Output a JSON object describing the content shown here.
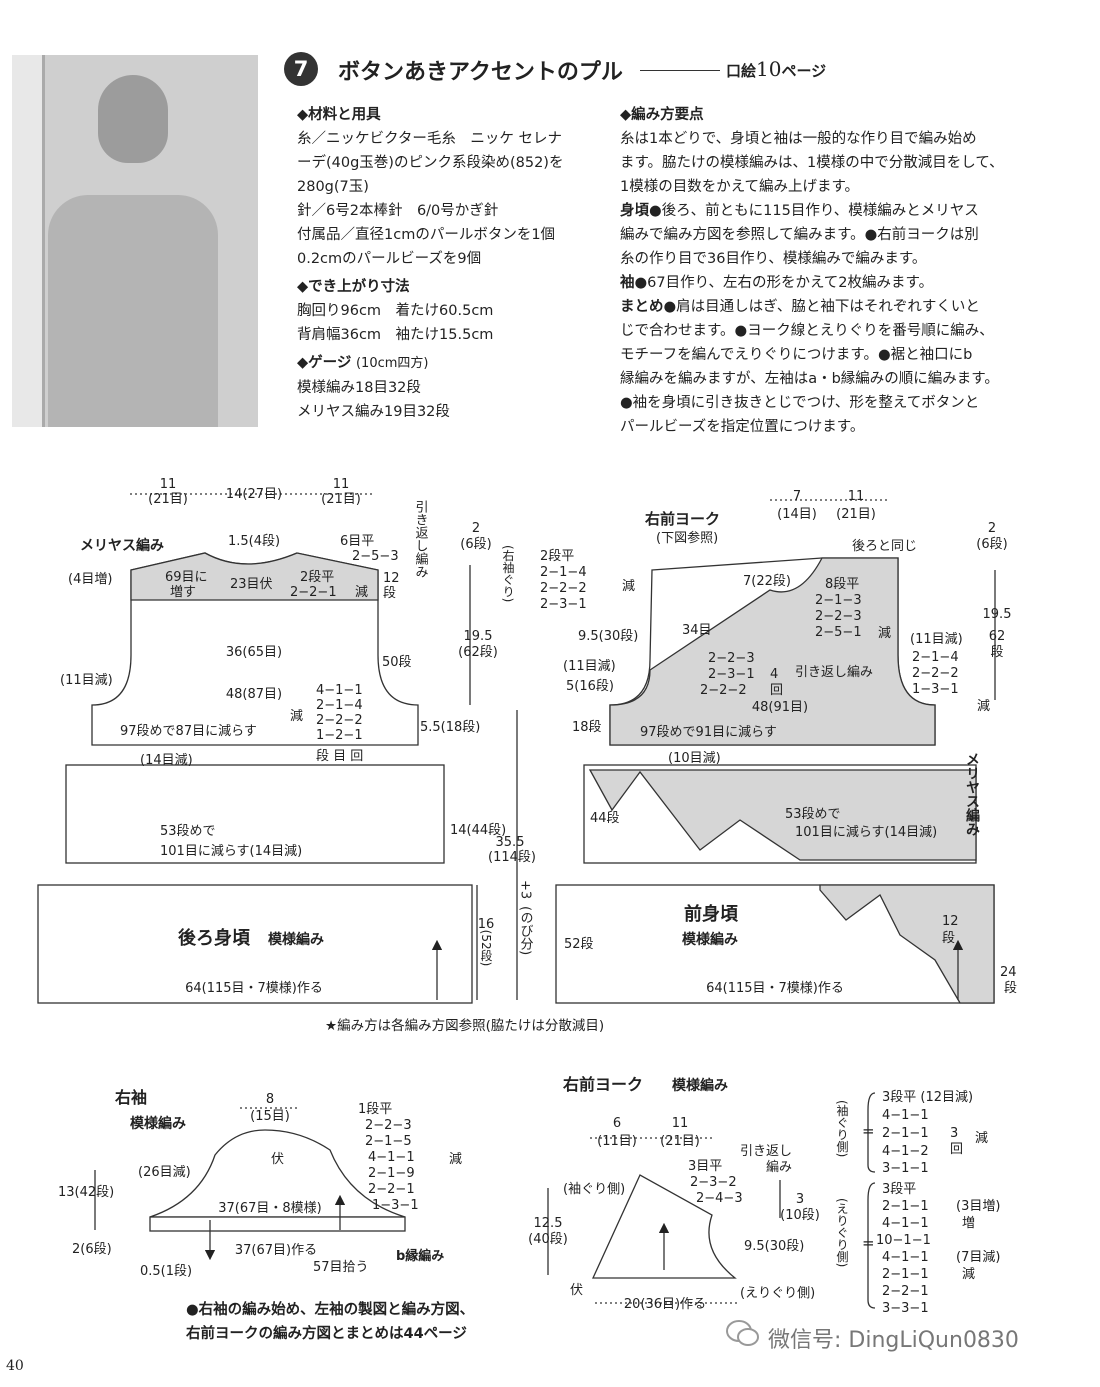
{
  "header": {
    "number": "7",
    "title": "ボタンあきアクセントのプル",
    "ref_prefix": "口絵",
    "ref_page": "10",
    "ref_suffix": "ページ"
  },
  "materials": {
    "heading": "◆材料と用具",
    "lines": [
      "糸／ニッケビクター毛糸　ニッケ セレナ",
      "ーデ(40g玉巻)のピンク系段染め(852)を",
      "280g(7玉)",
      "針／6号2本棒針　6/0号かぎ針",
      "付属品／直径1cmのパールボタンを1個",
      "0.2cmのパールビーズを9個"
    ]
  },
  "finished_size": {
    "heading": "◆でき上がり寸法",
    "lines": [
      "胸回り96cm　着たけ60.5cm",
      "背肩幅36cm　袖たけ15.5cm"
    ]
  },
  "gauge": {
    "heading": "◆ゲージ",
    "heading_note": "(10cm四方)",
    "lines": [
      "模様編み18目32段",
      "メリヤス編み19目32段"
    ]
  },
  "points": {
    "heading": "◆編み方要点",
    "intro": [
      "糸は1本どりで、身頃と袖は一般的な作り目で編み始め",
      "ます。脇たけの模様編みは、1模様の中で分散減目をして、",
      "1模様の目数をかえて編み上げます。"
    ],
    "body_label": "身頃",
    "body": [
      "●後ろ、前ともに115目作り、模様編みとメリヤス",
      "編みで編み方図を参照して編みます。●右前ヨークは別",
      "糸の作り目で36目作り、模様編みで編みます。"
    ],
    "sleeve_label": "袖",
    "sleeve": "●67目作り、左右の形をかえて2枚編みます。",
    "finish_label": "まとめ",
    "finish": [
      "●肩は目通しはぎ、脇と袖下はそれぞれすくいと",
      "じで合わせます。●ヨーク線とえりぐりを番号順に編み、",
      "モチーフを編んでえりぐりにつけます。●裾と袖口にb",
      "縁編みを編みますが、左袖はa・b縁編みの順に編みます。",
      "●袖を身頃に引き抜きとじでつけ、形を整えてボタンと",
      "パールビーズを指定位置につけます。"
    ]
  },
  "back": {
    "top_left": "11",
    "top_left_sts": "(21目)",
    "top_mid": "14(27目)",
    "top_right": "11",
    "top_right_sts": "(21目)",
    "label_meriyasu": "メリヤス編み",
    "neck_rows": "1.5(4段)",
    "inc4": "(4目増)",
    "inc69a": "69目に",
    "inc69b": "増す",
    "bind23": "23目伏",
    "neck_a": "2段平",
    "neck_b": "2−2−1",
    "sh_a": "6目平",
    "sh_b": "2−5−3",
    "sh_rows": "12",
    "sh_rows2": "段",
    "genshi": "減",
    "hikikaeshi": "引き返し編み",
    "width36": "36(65目)",
    "arm_dec": "(11目減)",
    "arm_h": "19.5",
    "arm_h_rows": "(62段)",
    "arm_top": "2",
    "arm_top_rows": "(6段)",
    "rows50": "50段",
    "width48": "48(87目)",
    "dec_lines": [
      "4−1−1",
      "2−1−4",
      "2−2−2",
      "1−2−1"
    ],
    "dec_label": "減",
    "legend": "段 目 回",
    "rows55": "5.5(18段)",
    "note97": "97段めで87目に減らす",
    "dec14": "(14目減)",
    "h14": "14(44段)",
    "note53a": "53段めで",
    "note53b": "101目に減らす(14目減)",
    "total": "35.5",
    "total_rows": "(114段)",
    "plus3": "+3",
    "nobi": "(のび分)",
    "title": "後ろ身頃",
    "title_pat": "模様編み",
    "h16": "16",
    "h16_rows": "(52段)",
    "cast_on": "64(115目・7模様)作る"
  },
  "front": {
    "yoke_title": "右前ヨーク",
    "yoke_ref": "(下図参照)",
    "top7": "7",
    "top7_sts": "(14目)",
    "top11": "11",
    "top11_sts": "(21目)",
    "same_back": "後ろと同じ",
    "top2": "2",
    "top2_rows": "(6段)",
    "sode_kuri": "(右袖ぐり)",
    "arm_lines": [
      "2段平",
      "2−1−4",
      "2−2−2",
      "2−3−1"
    ],
    "arm_dec": "減",
    "w7": "7(22段)",
    "sh_lines": [
      "8段平",
      "2−1−3",
      "2−2−3",
      "2−5−1"
    ],
    "sh_dec": "減",
    "d34": "34目",
    "h95": "9.5(30段)",
    "dec11": "(11目減)",
    "r516": "5(16段)",
    "hk_lines": [
      "2−2−3",
      "2−3−1",
      "2−2−2"
    ],
    "hk_times": "4",
    "hk_times2": "回",
    "hk_label": "引き返し編み",
    "arm2_label": "(11目減)",
    "arm2_lines": [
      "2−1−4",
      "2−2−2",
      "1−3−1"
    ],
    "arm2_dec": "減",
    "h195": "19.5",
    "h195_rows": "62",
    "h195_rows2": "段",
    "width48": "48(91目)",
    "rows18": "18段",
    "note97": "97段めで91目に減らす",
    "dec10": "(10目減)",
    "meriyasu": "メリヤス編み",
    "rows44": "44段",
    "note53a": "53段めで",
    "note53b": "101目に減らす(14目減)",
    "title": "前身頃",
    "title_pat": "模様編み",
    "rows52": "52段",
    "r12": "12",
    "r12b": "段",
    "rows24": "24",
    "rows24b": "段",
    "cast_on": "64(115目・7模様)作る"
  },
  "footnote": "★編み方は各編み方図参照(脇たけは分散減目)",
  "sleeve": {
    "title": "右袖",
    "pattern": "模様編み",
    "top": "8",
    "top_sts": "(15目)",
    "fuse": "伏",
    "dec26": "(26目減)",
    "lines": [
      "1段平",
      "2−2−3",
      "2−1−5",
      "4−1−1",
      "2−1−9",
      "2−2−1",
      "1−3−1"
    ],
    "dec": "減",
    "h13": "13(42段)",
    "h2": "2(6段)",
    "w37a": "37(67目・8模様)",
    "w37b": "37(67目)作る",
    "h05": "0.5(1段)",
    "pickup": "57目拾う",
    "b_edge": "b縁編み"
  },
  "yoke": {
    "title": "右前ヨーク",
    "pattern": "模様編み",
    "w6": "6",
    "w6_sts": "(11目)",
    "w11": "11",
    "w11_sts": "(21目)",
    "hk": "引き返し",
    "hk2": "編み",
    "lines": [
      "3目平",
      "2−3−2",
      "2−4−3"
    ],
    "sodeguri": "(袖ぐり側)",
    "h125": "12.5",
    "h125_rows": "(40段)",
    "h3": "3",
    "h3_rows": "(10段)",
    "h95": "9.5(30段)",
    "fuse": "伏",
    "eri_side": "(えりぐり側)",
    "cast_on": "20(36目)作る"
  },
  "right_tables": {
    "sode_label": "(袖ぐり側)",
    "sode_lines": [
      "3段平 (12目減)",
      "4−1−1",
      "2−1−1",
      "4−1−2",
      "3−1−1"
    ],
    "sode_times": "3",
    "sode_times2": "回",
    "sode_dec": "減",
    "eri_label": "(えりぐり側)",
    "eri_lines": [
      "3段平",
      "2−1−1",
      "4−1−1",
      "10−1−1",
      "4−1−1",
      "2−1−1",
      "2−2−1",
      "3−3−1"
    ],
    "eri_inc": "(3目増)",
    "eri_inc2": "増",
    "eri_dec": "(7目減)",
    "eri_dec2": "減"
  },
  "note_bottom": [
    "●右袖の編み始め、左袖の製図と編み方図、",
    "右前ヨークの編み方図とまとめは44ページ"
  ],
  "page_number": "40",
  "watermark": "微信号: DingLiQun0830"
}
